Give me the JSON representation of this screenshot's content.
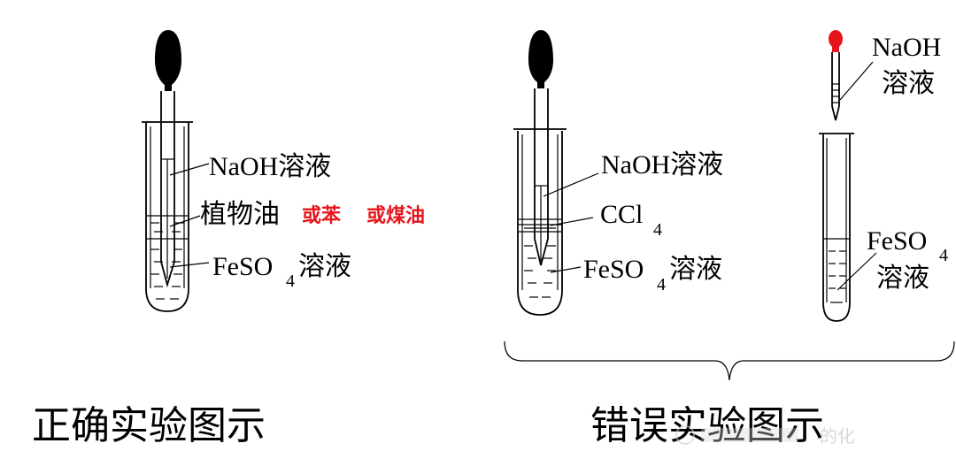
{
  "colors": {
    "ink": "#000000",
    "highlight": "#e8141b",
    "bulb_red": "#e8141b",
    "watermark": "#b9b9b9"
  },
  "correct": {
    "label_naoh": "NaOH溶液",
    "label_oil": "植物油",
    "alt_benzene": "或苯",
    "alt_kerosene": "或煤油",
    "label_feso4_main": "FeSO",
    "label_feso4_sub": "4",
    "label_feso4_tail": "溶液",
    "caption": "正确实验图示"
  },
  "wrong": {
    "label_naoh": "NaOH溶液",
    "label_ccl4_main": "CCl",
    "label_ccl4_sub": "4",
    "label_feso4_main": "FeSO",
    "label_feso4_sub": "4",
    "label_feso4_tail": "溶液",
    "label_naoh2_line1": "NaOH",
    "label_naoh2_line2": "溶液",
    "label_feso4b_main": "FeSO",
    "label_feso4b_sub": "4",
    "label_feso4b_line2": "溶液",
    "caption": "错误实验图示"
  },
  "watermark": "的化"
}
